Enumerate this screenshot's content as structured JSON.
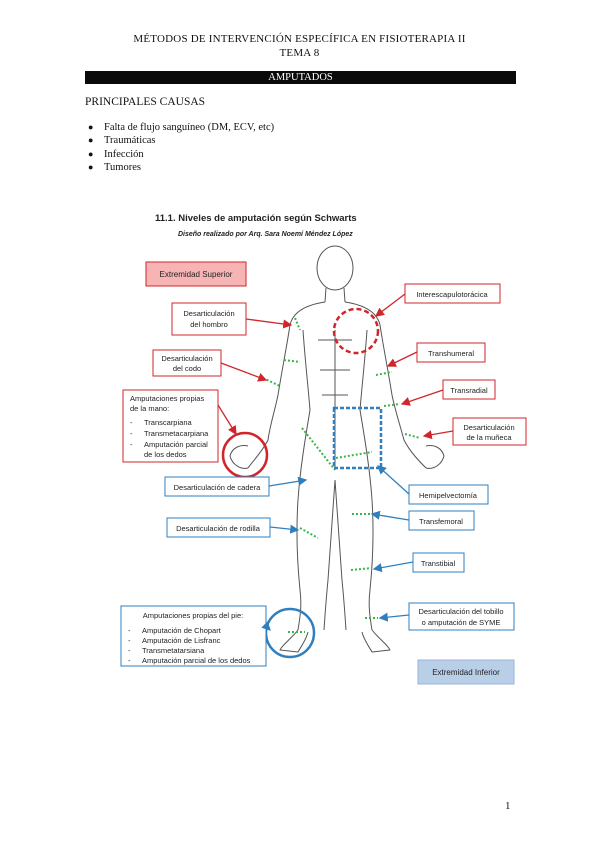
{
  "header": {
    "line1": "MÉTODOS DE INTERVENCIÓN ESPECÍFICA EN FISIOTERAPIA II",
    "line2": "TEMA 8"
  },
  "banner": "AMPUTADOS",
  "section_title": "PRINCIPALES CAUSAS",
  "causes": [
    "Falta de flujo sanguíneo (DM, ECV, etc)",
    "Traumáticas",
    "Infección",
    "Tumores"
  ],
  "figure": {
    "title": "11.1. Niveles de amputación según Schwarts",
    "subtitle": "Diseño realizado por Arq. Sara Noemí Méndez López",
    "region_upper": "Extremidad Superior",
    "region_lower": "Extremidad Inferior",
    "labels": {
      "shoulder": [
        "Desarticulación",
        "del hombro"
      ],
      "elbow": [
        "Desarticulación",
        "del codo"
      ],
      "hand_title": [
        "Amputaciones propias",
        "de la mano:"
      ],
      "hand_items": [
        "Transcarpiana",
        "Transmetacarpiana",
        "Amputación parcial",
        "de los dedos"
      ],
      "hip": "Desarticulación de cadera",
      "knee": "Desarticulación de rodilla",
      "foot_title": "Amputaciones propias del pie:",
      "foot_items": [
        "Amputación de Chopart",
        "Amputación de Lisfranc",
        "Transmetatarsiana",
        "Amputación parcial de los dedos"
      ],
      "interscapulo": "Interescapulotorácica",
      "transhumeral": "Transhumeral",
      "transradial": "Transradial",
      "wrist": [
        "Desarticulación",
        "de la muñeca"
      ],
      "hemipelvec": "Hemipelvectomía",
      "transfemoral": "Transfemoral",
      "transtibial": "Transtibial",
      "ankle": [
        "Desarticulación del tobillo",
        "o amputación de SYME"
      ]
    }
  },
  "page_number": "1",
  "colors": {
    "red": "#d0262b",
    "blue": "#2f7fbf",
    "green": "#39b54a",
    "upper_fill": "#f7b4b4",
    "lower_fill": "#b9cfe8"
  }
}
